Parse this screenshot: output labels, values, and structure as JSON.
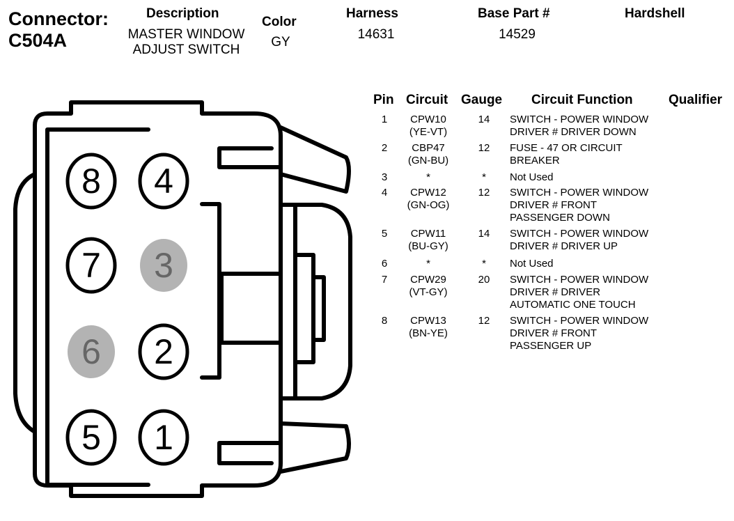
{
  "connector": {
    "label_prefix": "Connector:",
    "id": "C504A"
  },
  "header": {
    "description_label": "Description",
    "description_line1": "MASTER WINDOW",
    "description_line2": "ADJUST SWITCH",
    "color_label": "Color",
    "color_value": "GY",
    "harness_label": "Harness",
    "harness_value": "14631",
    "base_part_label": "Base Part #",
    "base_part_value": "14529",
    "hardshell_label": "Hardshell",
    "hardshell_value": ""
  },
  "table": {
    "headers": {
      "pin": "Pin",
      "circuit": "Circuit",
      "gauge": "Gauge",
      "function": "Circuit Function",
      "qualifier": "Qualifier"
    },
    "rows": [
      {
        "pin": "1",
        "circuit": "CPW10\n(YE-VT)",
        "gauge": "14",
        "function": "SWITCH - POWER WINDOW\nDRIVER # DRIVER DOWN"
      },
      {
        "pin": "2",
        "circuit": "CBP47\n(GN-BU)",
        "gauge": "12",
        "function": "FUSE - 47 OR CIRCUIT\nBREAKER"
      },
      {
        "pin": "3",
        "circuit": "*",
        "gauge": "*",
        "function": "Not Used"
      },
      {
        "pin": "4",
        "circuit": "CPW12\n(GN-OG)",
        "gauge": "12",
        "function": "SWITCH - POWER WINDOW\nDRIVER # FRONT\nPASSENGER DOWN"
      },
      {
        "pin": "5",
        "circuit": "CPW11\n(BU-GY)",
        "gauge": "14",
        "function": "SWITCH - POWER WINDOW\nDRIVER # DRIVER UP"
      },
      {
        "pin": "6",
        "circuit": "*",
        "gauge": "*",
        "function": "Not Used"
      },
      {
        "pin": "7",
        "circuit": "CPW29\n(VT-GY)",
        "gauge": "20",
        "function": "SWITCH - POWER WINDOW\nDRIVER # DRIVER\nAUTOMATIC ONE TOUCH"
      },
      {
        "pin": "8",
        "circuit": "CPW13\n(BN-YE)",
        "gauge": "12",
        "function": "SWITCH - POWER WINDOW\nDRIVER # FRONT\nPASSENGER UP"
      }
    ]
  },
  "diagram": {
    "pins": [
      {
        "label": "8",
        "used": true
      },
      {
        "label": "4",
        "used": true
      },
      {
        "label": "7",
        "used": true
      },
      {
        "label": "3",
        "used": false
      },
      {
        "label": "6",
        "used": false
      },
      {
        "label": "2",
        "used": true
      },
      {
        "label": "5",
        "used": true
      },
      {
        "label": "1",
        "used": true
      }
    ],
    "colors": {
      "outline": "#000000",
      "unused_fill": "#b3b3b3",
      "unused_text": "#666666",
      "used_fill": "#ffffff"
    }
  }
}
